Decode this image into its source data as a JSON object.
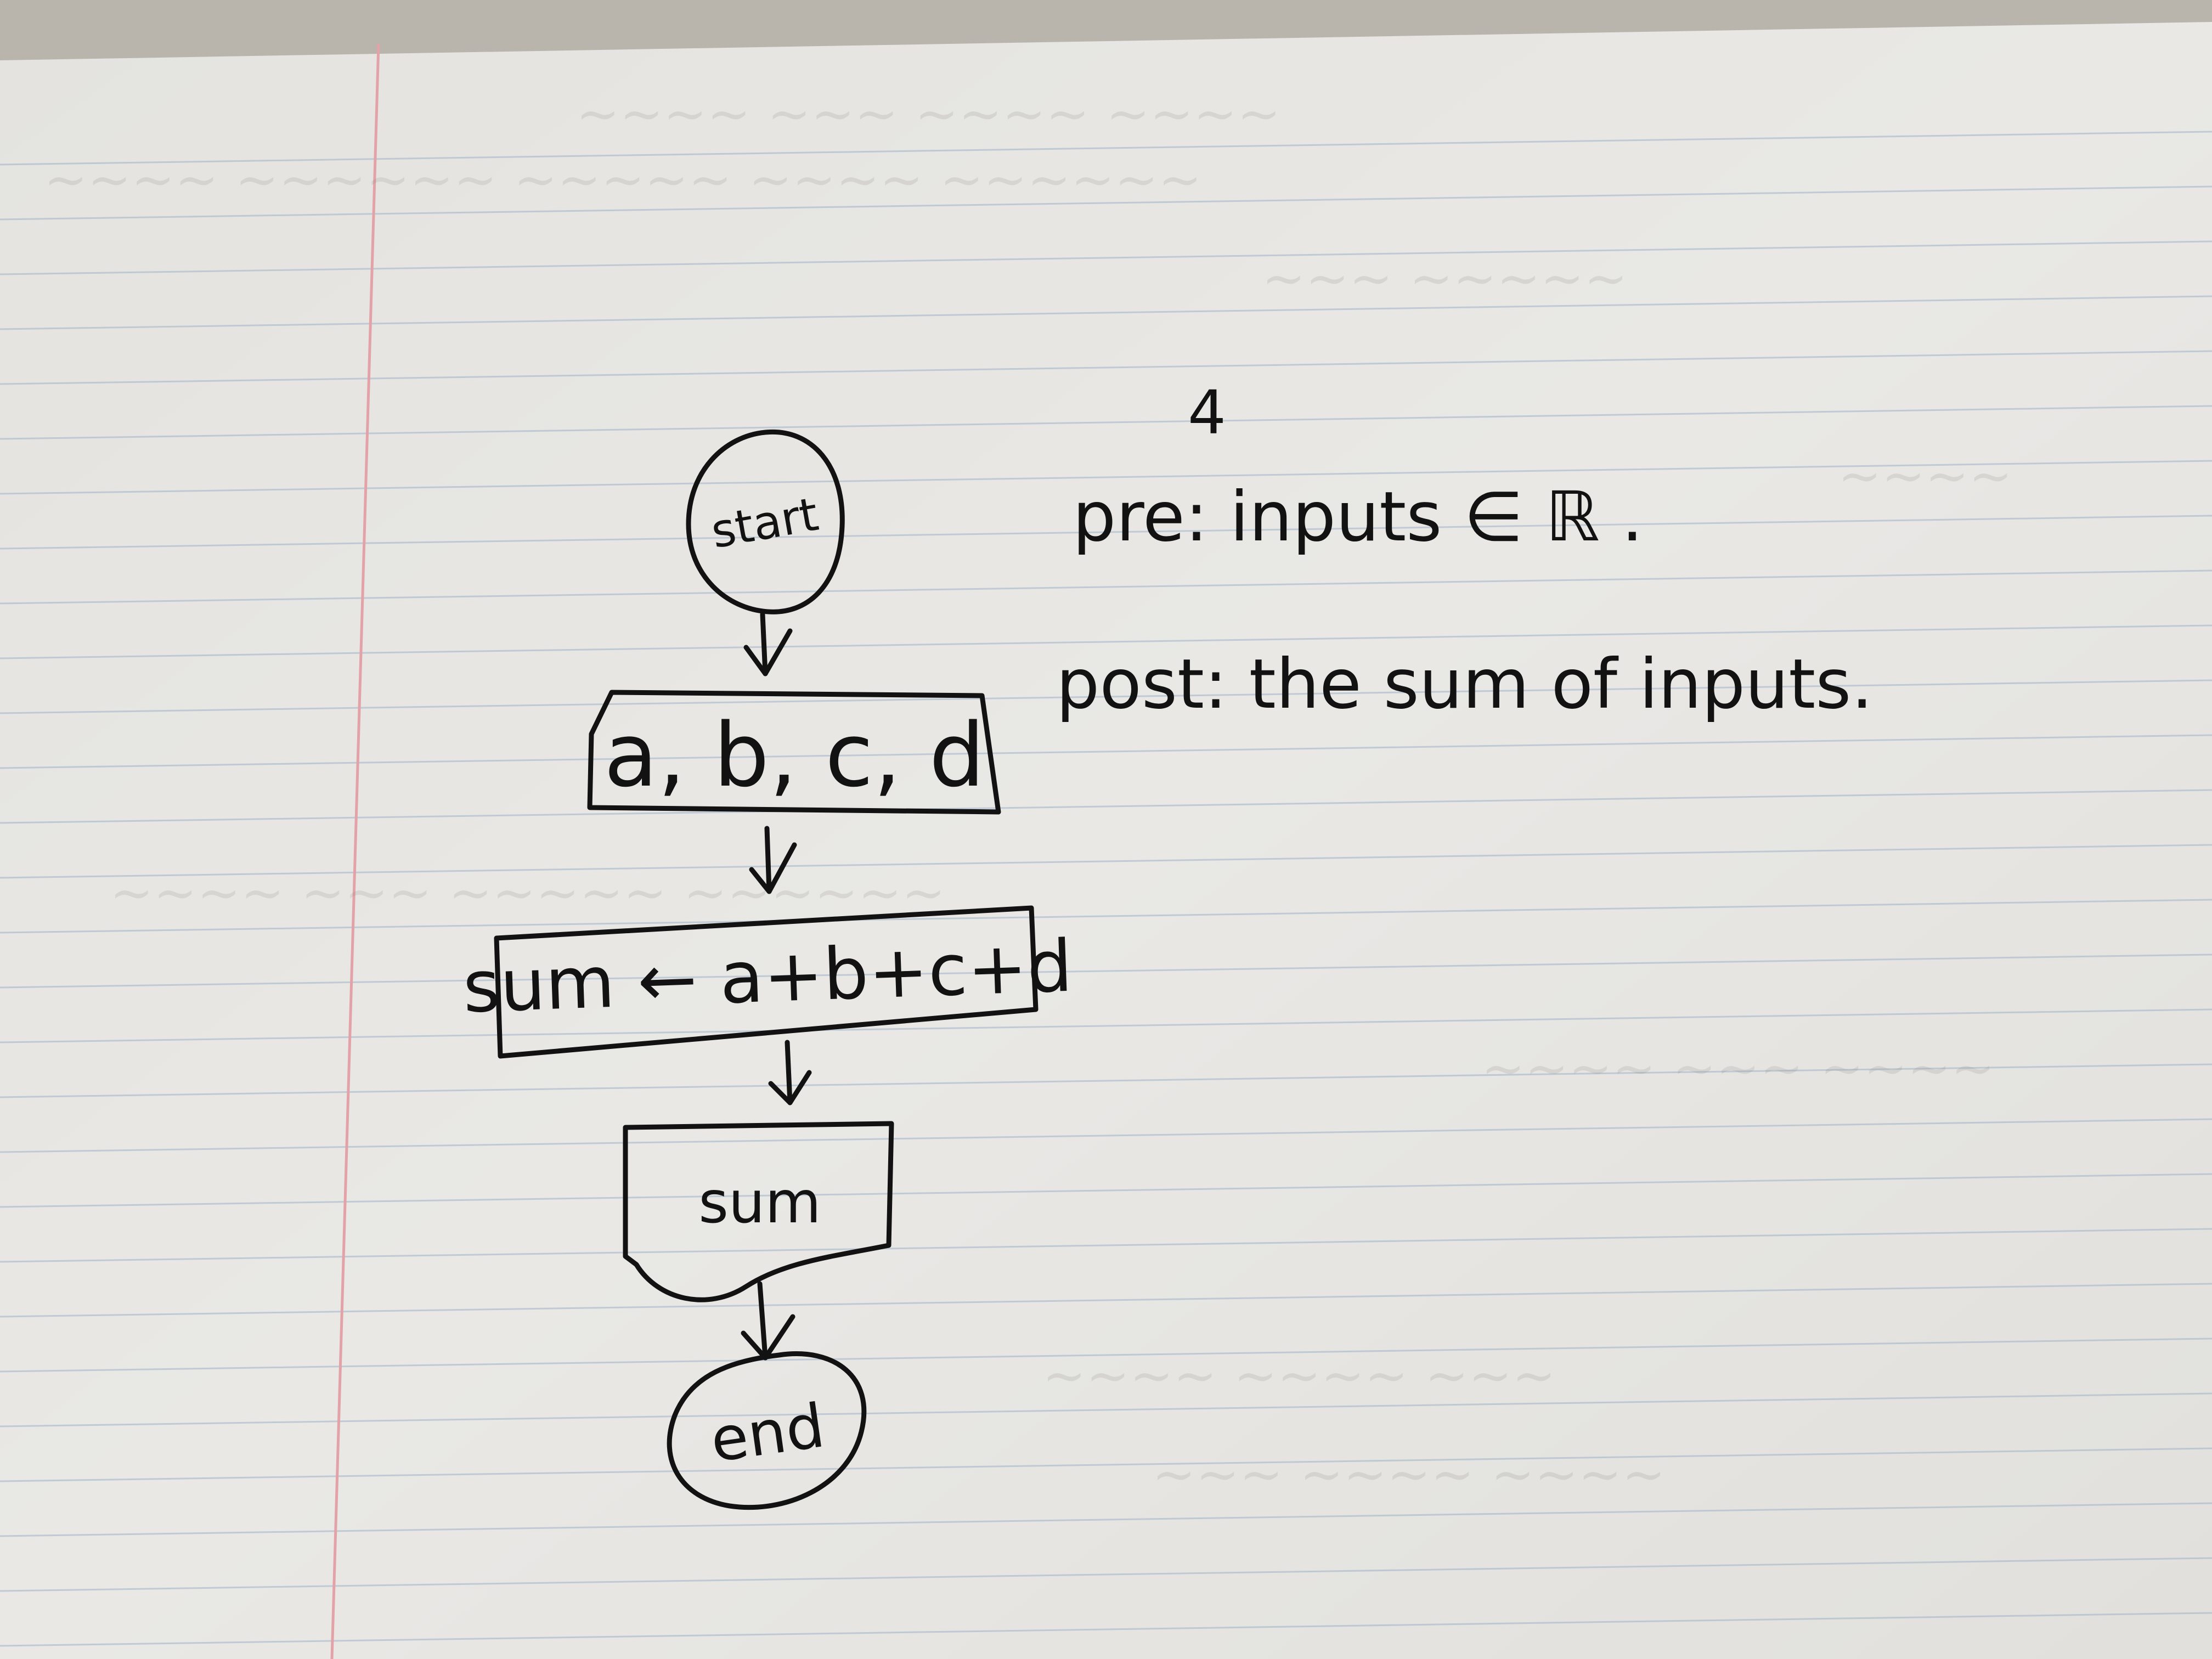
{
  "diagram": {
    "type": "flowchart",
    "nodes": [
      {
        "id": "start",
        "shape": "oval",
        "label": "start"
      },
      {
        "id": "input",
        "shape": "parallelogram",
        "label": "a, b, c, d"
      },
      {
        "id": "process",
        "shape": "rectangle",
        "label": "sum ← a+b+c+d"
      },
      {
        "id": "output",
        "shape": "document",
        "label": "sum"
      },
      {
        "id": "end",
        "shape": "oval",
        "label": "end"
      }
    ],
    "edges": [
      {
        "from": "start",
        "to": "input"
      },
      {
        "from": "input",
        "to": "process"
      },
      {
        "from": "process",
        "to": "output"
      },
      {
        "from": "output",
        "to": "end"
      }
    ]
  },
  "annotations": {
    "number": "4",
    "pre": "pre: inputs ∈ ℝ .",
    "post": "post: the sum of inputs."
  },
  "colors": {
    "ink": "#121212",
    "paper": "#e7e6e3",
    "rule_lines": "#9fb3c8",
    "margin_line": "#e3a1a8",
    "table": "#b9b5ad"
  }
}
